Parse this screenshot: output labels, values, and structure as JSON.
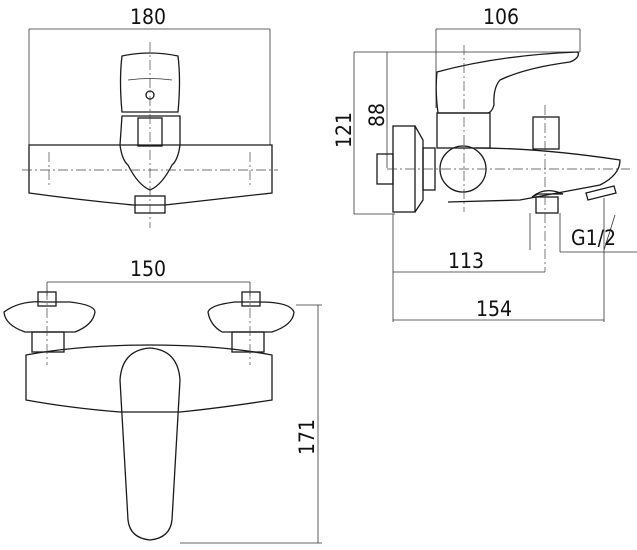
{
  "title": "Single-lever bath mixer dimension drawing",
  "dimensions": {
    "top_width": "180",
    "side_handle_length": "106",
    "side_total_height": "121",
    "side_axis_height": "88",
    "spout_to_outlet": "113",
    "total_projection": "154",
    "thread": "G1/2",
    "connection_spacing": "150",
    "front_height": "171"
  }
}
